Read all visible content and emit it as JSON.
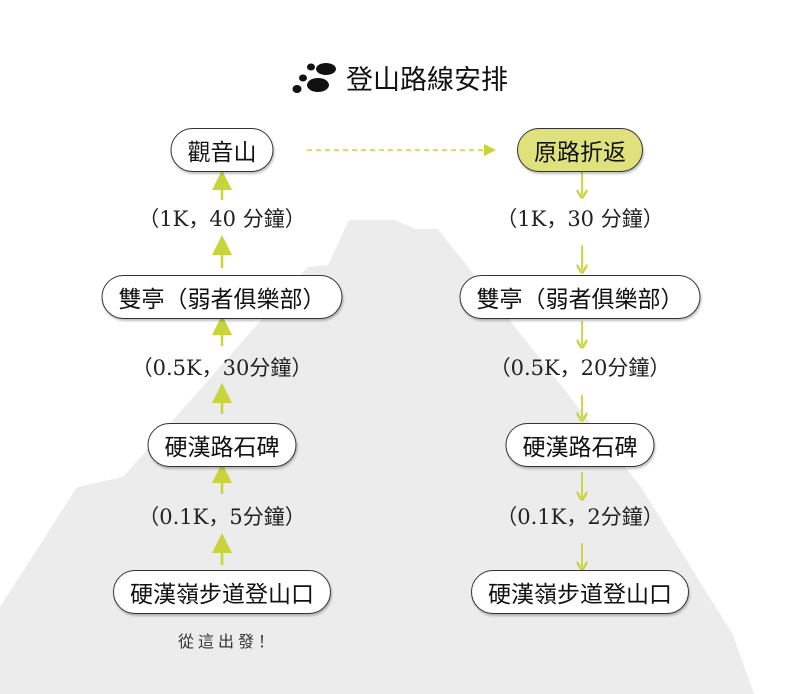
{
  "title": "登山路線安排",
  "title_icon": "footprints-icon",
  "accent": "#c7d43a",
  "highlight": "#dfe27c",
  "ascent": {
    "nodes": [
      "觀音山",
      "雙亭（弱者俱樂部）",
      "硬漢路石碑",
      "硬漢嶺步道登山口"
    ],
    "segments": [
      "（1K，40 分鐘）",
      "（0.5K，30分鐘）",
      "（0.1K，5分鐘）"
    ],
    "start_note": "從這出發！"
  },
  "descent": {
    "nodes": [
      "原路折返",
      "雙亭（弱者俱樂部）",
      "硬漢路石碑",
      "硬漢嶺步道登山口"
    ],
    "segments": [
      "（1K，30 分鐘）",
      "（0.5K，20分鐘）",
      "（0.1K，2分鐘）"
    ]
  }
}
